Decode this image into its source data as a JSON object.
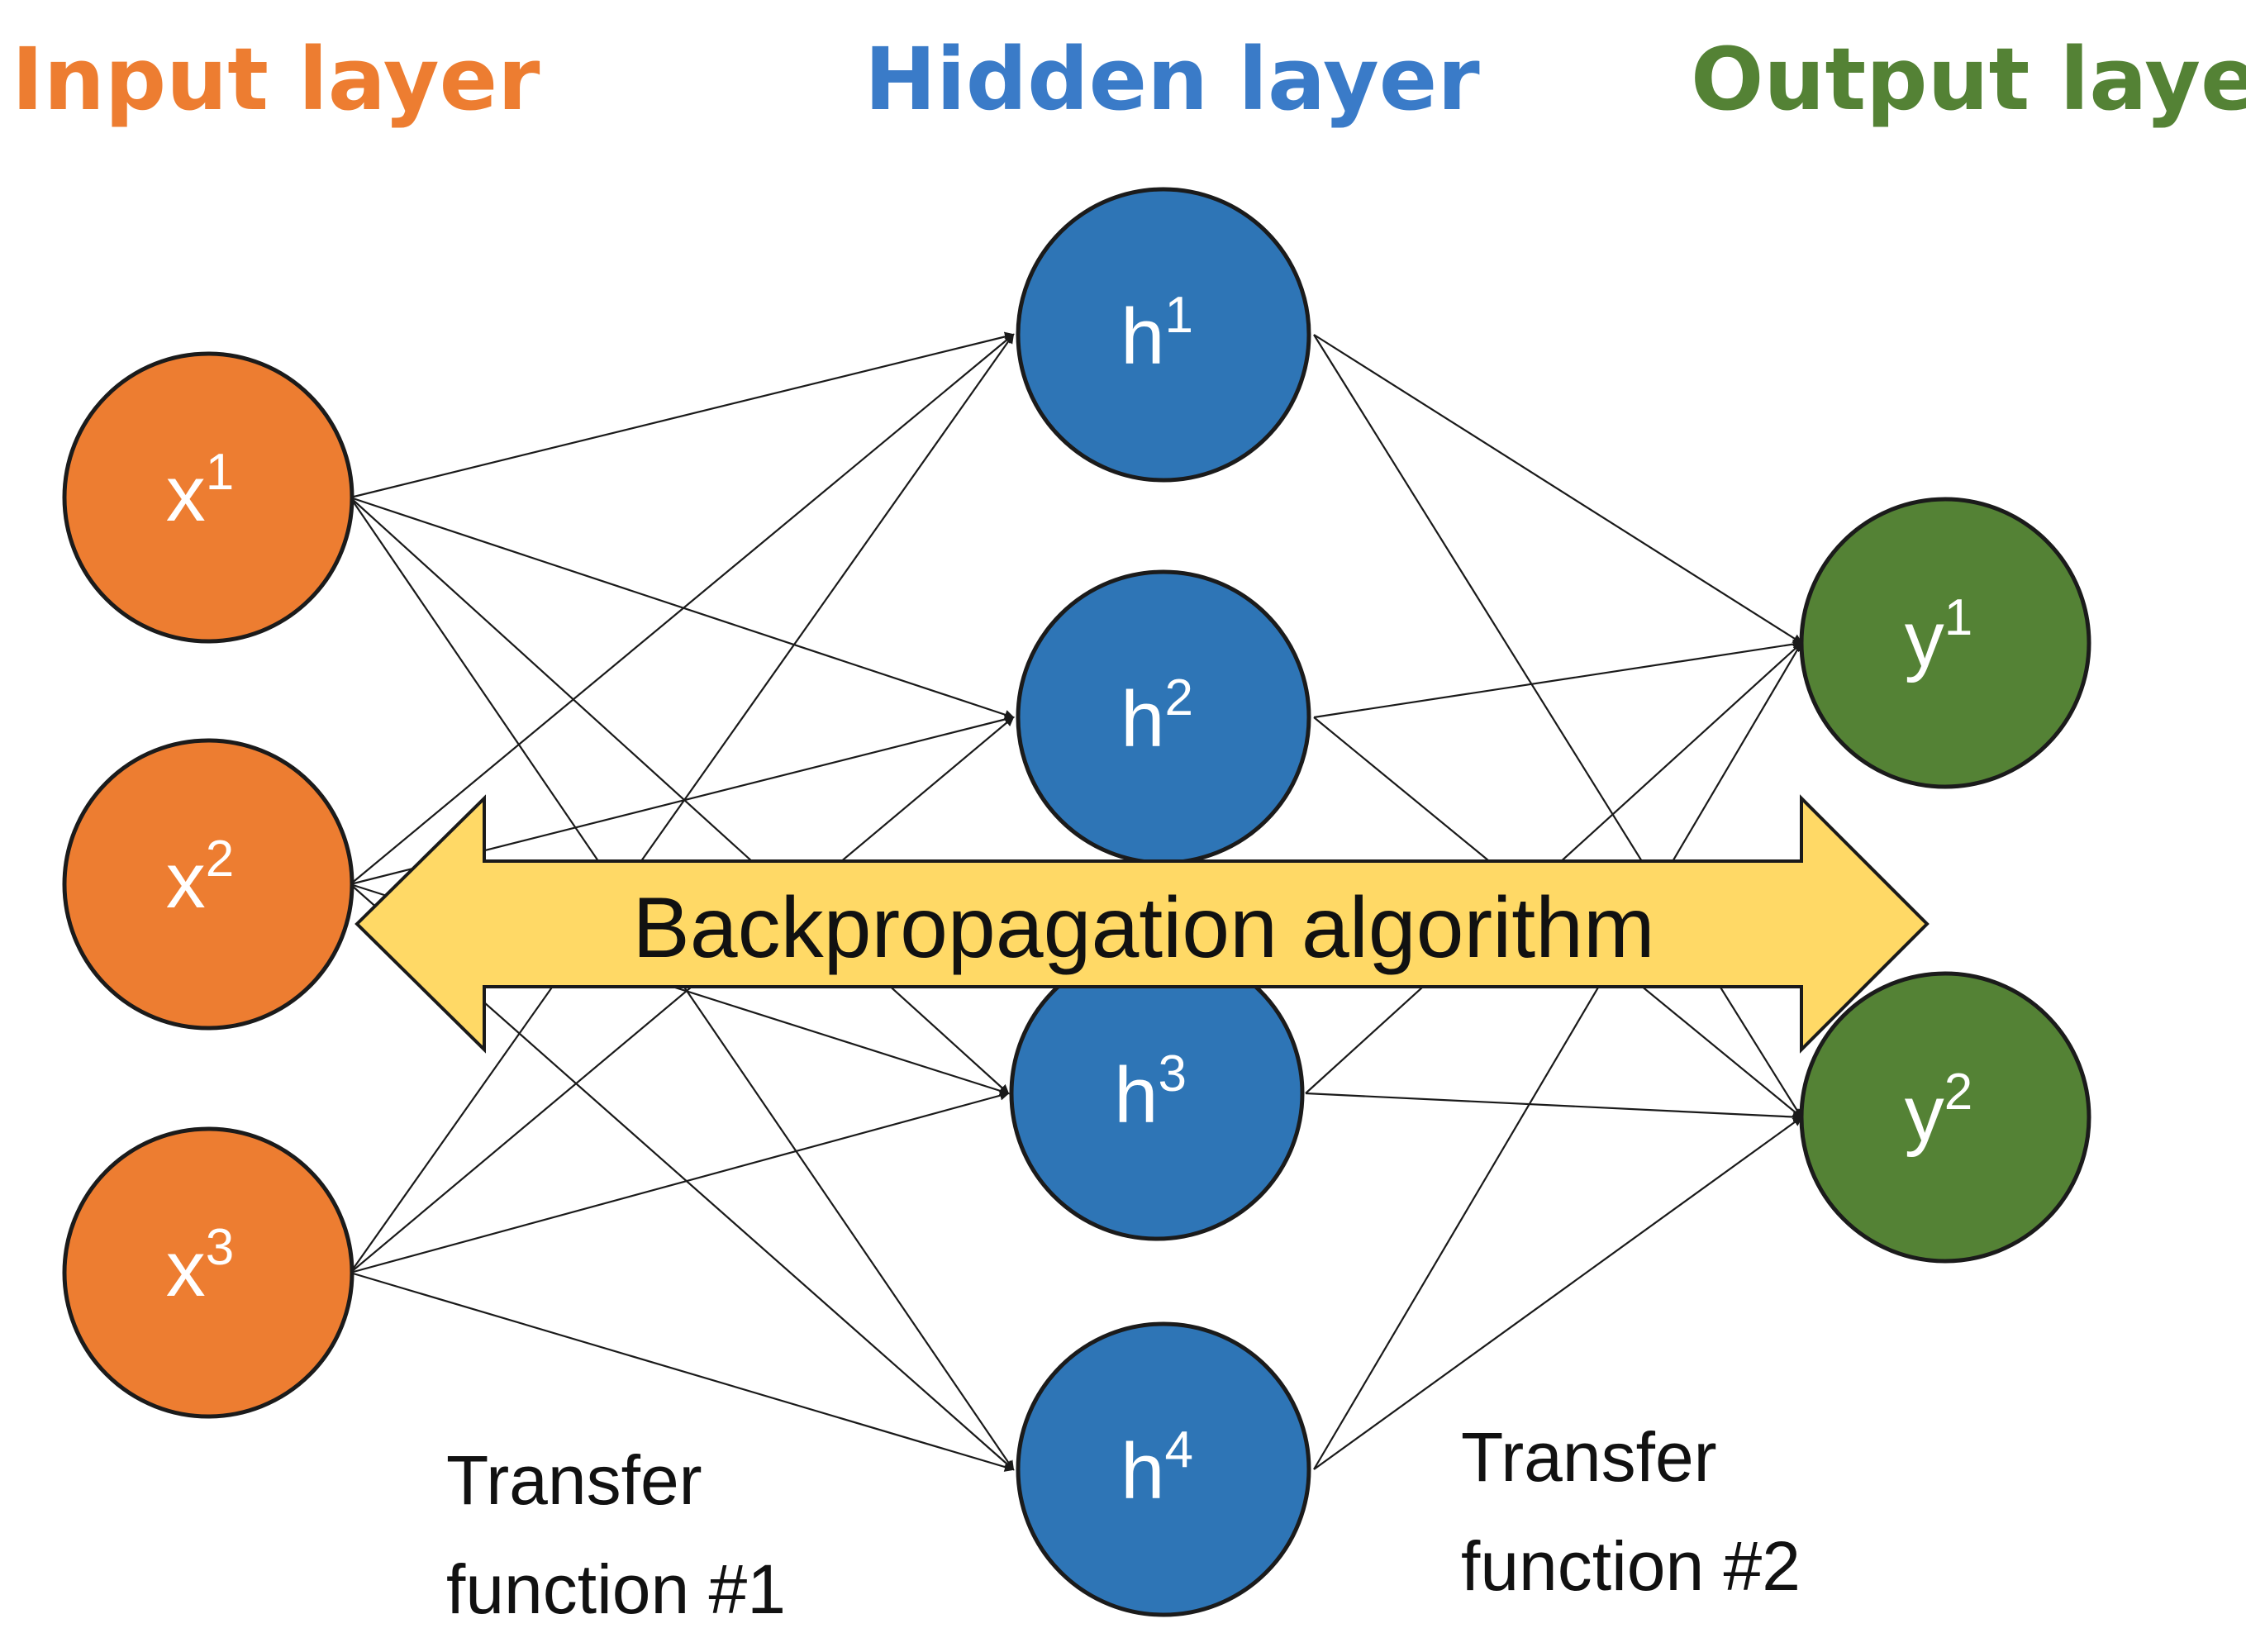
{
  "layers": {
    "input": {
      "title": "Input layer",
      "color": "#ED7D31"
    },
    "hidden": {
      "title": "Hidden layer",
      "color": "#3A7BC8"
    },
    "output": {
      "title": "Output layer",
      "color": "#548235"
    }
  },
  "nodes": {
    "input": [
      {
        "base": "x",
        "sup": "1"
      },
      {
        "base": "x",
        "sup": "2"
      },
      {
        "base": "x",
        "sup": "3"
      }
    ],
    "hidden": [
      {
        "base": "h",
        "sup": "1"
      },
      {
        "base": "h",
        "sup": "2"
      },
      {
        "base": "h",
        "sup": "3"
      },
      {
        "base": "h",
        "sup": "4"
      }
    ],
    "output": [
      {
        "base": "y",
        "sup": "1"
      },
      {
        "base": "y",
        "sup": "2"
      }
    ]
  },
  "colors": {
    "input_fill": "#ED7D31",
    "hidden_fill": "#2E75B6",
    "output_fill": "#548235",
    "arrow_fill": "#FFD966",
    "line": "#1a1a1a"
  },
  "backprop": {
    "label": "Backpropagation algorithm"
  },
  "transfer_notes": {
    "first": {
      "line1": "Transfer",
      "line2": "function #1"
    },
    "second": {
      "line1": "Transfer",
      "line2": "function #2"
    }
  }
}
